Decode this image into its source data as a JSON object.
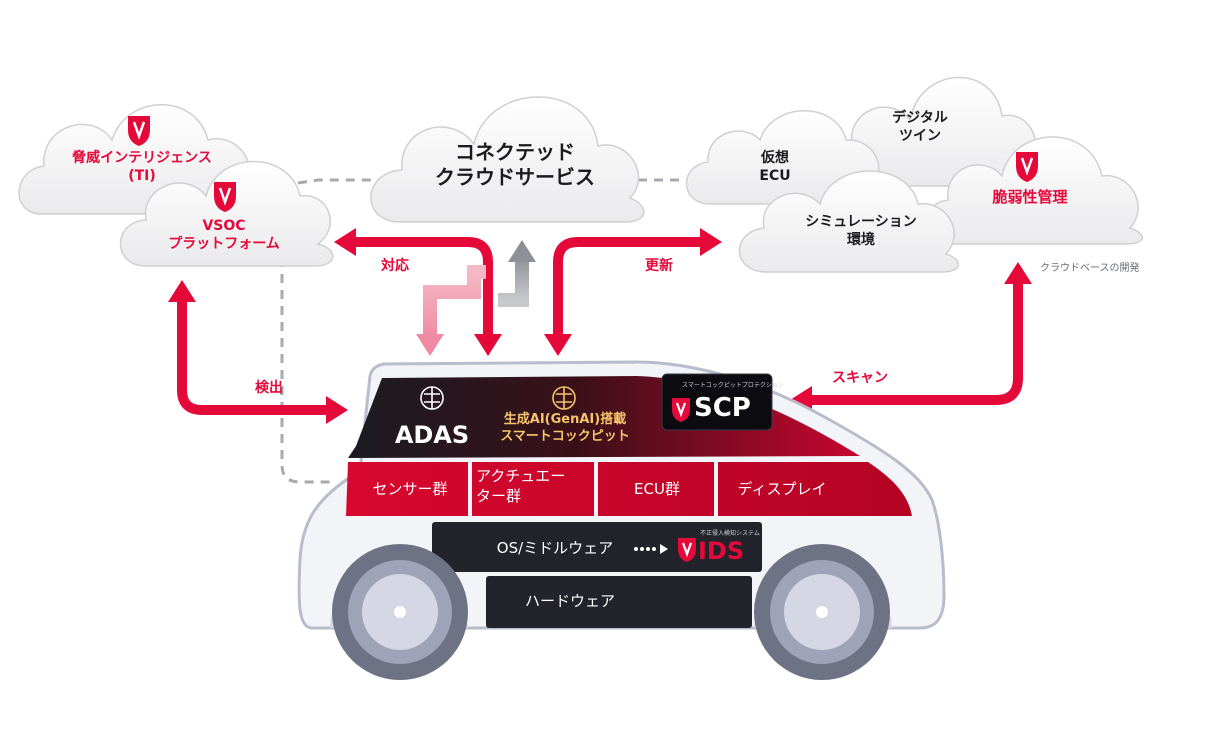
{
  "clouds": {
    "threat_intel": "脅威インテリジェンス\n(TI)",
    "vsoc": "VSOC\nプラットフォーム",
    "connected": "コネクテッド\nクラウドサービス",
    "virtual_ecu": "仮想\nECU",
    "digital_twin": "デジタル\nツイン",
    "simulation": "シミュレーション\n環境",
    "vuln_mgmt": "脆弱性管理"
  },
  "caption": "クラウドベースの開発",
  "arrows": {
    "respond": "対応",
    "update": "更新",
    "detect": "検出",
    "scan": "スキャン"
  },
  "car": {
    "adas": "ADAS",
    "genai": "生成AI(GenAI)搭載\nスマートコックピット",
    "scp_caption": "スマートコックピットプロテクション",
    "scp": "SCP",
    "modules": [
      "センサー群",
      "アクチュエー\nター群",
      "ECU群",
      "ディスプレイ"
    ],
    "os": "OS/ミドルウェア",
    "ids_caption": "不正侵入検知システム",
    "ids": "IDS",
    "hardware": "ハードウェア"
  },
  "colors": {
    "accent": "#e5093a",
    "dark": "#22232b",
    "cloud_fill": "#f2f2f3",
    "cloud_stroke": "#cfd0d4"
  }
}
